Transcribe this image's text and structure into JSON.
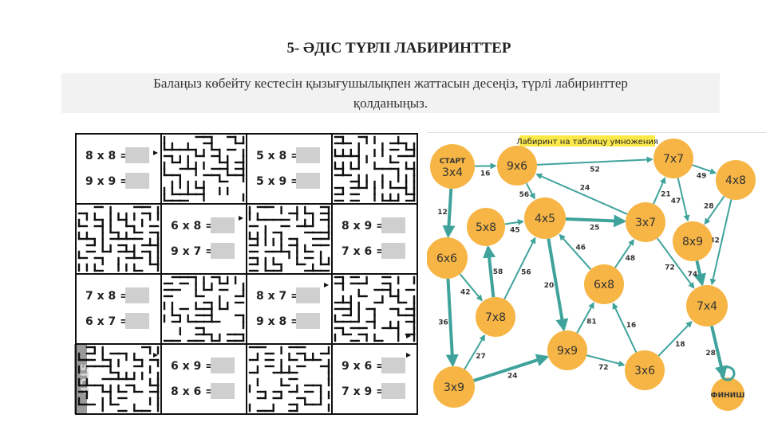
{
  "slide": {
    "title": "5- ӘДІС ТҮРЛІ ЛАБИРИНТТЕР",
    "subtitle_line1": "Балаңыз көбейту кестесін қызығушылықпен жаттасын десеңіз, түрлі лабиринттер",
    "subtitle_line2": "қолданыңыз."
  },
  "maze_worksheet": {
    "stop_label": "STOP",
    "cells": [
      {
        "row": 0,
        "col": 0,
        "lines": [
          "8 x 8 =",
          "9 x 9 ="
        ]
      },
      {
        "row": 0,
        "col": 2,
        "lines": [
          "5 x 8 =",
          "5 x 9 ="
        ]
      },
      {
        "row": 1,
        "col": 1,
        "lines": [
          "6 x 8 =",
          "9 x 7 ="
        ]
      },
      {
        "row": 1,
        "col": 3,
        "lines": [
          "8 x 9 =",
          "7 x 6 ="
        ]
      },
      {
        "row": 2,
        "col": 0,
        "lines": [
          "7 x 8 =",
          "6 x 7 ="
        ]
      },
      {
        "row": 2,
        "col": 2,
        "lines": [
          "8 x 7 =",
          "9 x 8 ="
        ]
      },
      {
        "row": 3,
        "col": 1,
        "lines": [
          "6 x 9 =",
          "8 x 6 ="
        ]
      },
      {
        "row": 3,
        "col": 3,
        "lines": [
          "9 x 6 =",
          "7 x 9 ="
        ]
      }
    ]
  },
  "graph_maze": {
    "banner": "Лабиринт на таблицу умножения",
    "colors": {
      "node": "#f6b545",
      "edge": "#3fa39b",
      "banner": "#fbe94a"
    },
    "nodes": [
      {
        "id": "start",
        "top": "СТАРТ",
        "label": "3x4"
      },
      {
        "id": "n9x6",
        "label": "9x6"
      },
      {
        "id": "n7x7",
        "label": "7x7"
      },
      {
        "id": "n4x8",
        "label": "4x8"
      },
      {
        "id": "n5x8",
        "label": "5x8"
      },
      {
        "id": "n4x5",
        "label": "4x5"
      },
      {
        "id": "n3x7",
        "label": "3x7"
      },
      {
        "id": "n8x9",
        "label": "8x9"
      },
      {
        "id": "n6x6",
        "label": "6x6"
      },
      {
        "id": "n6x8",
        "label": "6x8"
      },
      {
        "id": "n7x4",
        "label": "7x4"
      },
      {
        "id": "n7x8",
        "label": "7x8"
      },
      {
        "id": "n9x9",
        "label": "9x9"
      },
      {
        "id": "n3x6",
        "label": "3x6"
      },
      {
        "id": "n3x9",
        "label": "3x9"
      },
      {
        "id": "finish",
        "label": "ФИНИШ"
      }
    ],
    "edges": [
      {
        "from": "start",
        "to": "n9x6",
        "label": "16"
      },
      {
        "from": "n9x6",
        "to": "n7x7",
        "label": "52"
      },
      {
        "from": "n3x7",
        "to": "n9x6",
        "label": "24"
      },
      {
        "from": "n7x7",
        "to": "n4x8",
        "label": "49"
      },
      {
        "from": "n9x6",
        "to": "n4x5",
        "label": "56"
      },
      {
        "from": "n3x7",
        "to": "n7x7",
        "label": "21"
      },
      {
        "from": "n7x7",
        "to": "n8x9",
        "label": "47"
      },
      {
        "from": "n4x8",
        "to": "n8x9",
        "label": "28"
      },
      {
        "from": "start",
        "to": "n6x6",
        "label": "12"
      },
      {
        "from": "n5x8",
        "to": "n4x5",
        "label": "45"
      },
      {
        "from": "n4x5",
        "to": "n3x7",
        "label": "25"
      },
      {
        "from": "n4x8",
        "to": "n7x4",
        "label": "32"
      },
      {
        "from": "n7x8",
        "to": "n5x8",
        "label": "58"
      },
      {
        "from": "n6x8",
        "to": "n4x5",
        "label": "46"
      },
      {
        "from": "n6x8",
        "to": "n3x7",
        "label": "48"
      },
      {
        "from": "n4x5",
        "to": "n9x9",
        "label": "20"
      },
      {
        "from": "n8x9",
        "to": "n7x4",
        "label": "74"
      },
      {
        "from": "n3x7",
        "to": "n7x4",
        "label": "72"
      },
      {
        "from": "n6x6",
        "to": "n7x8",
        "label": "42"
      },
      {
        "from": "n7x8",
        "to": "n4x5",
        "label": "56"
      },
      {
        "from": "n6x6",
        "to": "n3x9",
        "label": "36"
      },
      {
        "from": "n9x9",
        "to": "n6x8",
        "label": "81"
      },
      {
        "from": "n3x6",
        "to": "n6x8",
        "label": "16"
      },
      {
        "from": "n3x6",
        "to": "n7x4",
        "label": "18"
      },
      {
        "from": "n3x9",
        "to": "n7x8",
        "label": "27"
      },
      {
        "from": "n9x9",
        "to": "n3x6",
        "label": "72"
      },
      {
        "from": "n3x9",
        "to": "n9x9",
        "label": "24"
      },
      {
        "from": "n7x4",
        "to": "finish",
        "label": "28"
      }
    ]
  }
}
